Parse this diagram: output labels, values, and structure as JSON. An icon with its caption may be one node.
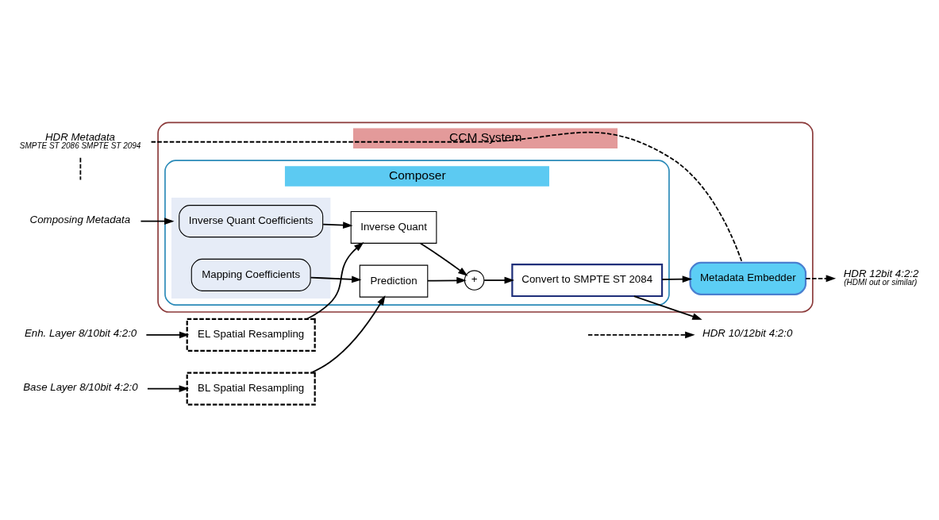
{
  "diagram": {
    "nodes": [
      {
        "text": [
          "CCM System"
        ]
      },
      {
        "text": [
          "Composer"
        ],
        "in": 0
      },
      {
        "text": [
          "Inverse Quant"
        ],
        "in": 1
      },
      {
        "text": [
          "+"
        ],
        "in": 1
      },
      {
        "text": [
          "Convert to SMPTE ST 2084"
        ],
        "in": 1
      },
      {
        "text": [
          "Prediction"
        ],
        "in": 1
      },
      {
        "text": [],
        "shape": "box",
        "in": 1
      },
      {
        "text": [
          "Inverse Quant Coefficients"
        ],
        "in": 6
      },
      {
        "text": [
          "Mapping Coefficients"
        ],
        "in": 6
      },
      {
        "text": [
          "Metadata Embedder"
        ],
        "in": 0
      },
      {
        "text": [
          "Enh. Layer 8/10bit 4:2:0"
        ]
      },
      {
        "text": [
          "EL Spatial Resampling"
        ]
      },
      {
        "text": [
          "Composing Metadata"
        ]
      },
      {
        "text": [
          "Base Layer 8/10bit 4:2:0"
        ]
      },
      {
        "text": [
          "BL Spatial Resampling"
        ]
      },
      {
        "text": [
          "HDR Metadata",
          "SMPTE ST 2086 SMPTE ST 2094"
        ]
      },
      {
        "text": [
          "HDR 10/12bit 4:2:0"
        ]
      },
      {
        "text": [
          "HDR 12bit 4:2:2",
          "(HDMI out or similar)"
        ]
      }
    ],
    "edges": [
      {
        "from": 10,
        "to": 11,
        "arrow": "to"
      },
      {
        "from": 11,
        "to": 2,
        "arrow": "to"
      },
      {
        "from": 2,
        "to": 3,
        "arrow": "to"
      },
      {
        "from": 3,
        "to": 4,
        "arrow": "to"
      },
      {
        "from": 4,
        "to": 16,
        "arrow": "to"
      },
      {
        "from": 4,
        "to": 9,
        "arrow": "to"
      },
      {
        "from": 5,
        "to": 3,
        "arrow": "to"
      },
      {
        "from": 7,
        "to": 2,
        "arrow": "to"
      },
      {
        "from": 8,
        "to": 5,
        "arrow": "to"
      },
      {
        "from": 12,
        "to": 6,
        "arrow": "to"
      },
      {
        "from": 13,
        "to": 14,
        "arrow": "to"
      },
      {
        "from": 14,
        "to": 5,
        "arrow": "to"
      },
      {
        "from": 15,
        "to": 9,
        "arrow": "none",
        "style": "dashed"
      },
      {
        "from": 15,
        "to": null,
        "arrow": "none",
        "style": "dashed"
      },
      {
        "from": 9,
        "to": 17,
        "arrow": "to",
        "style": "dashed"
      },
      {
        "from": null,
        "to": 16,
        "arrow": "to",
        "style": "dashed"
      }
    ]
  }
}
